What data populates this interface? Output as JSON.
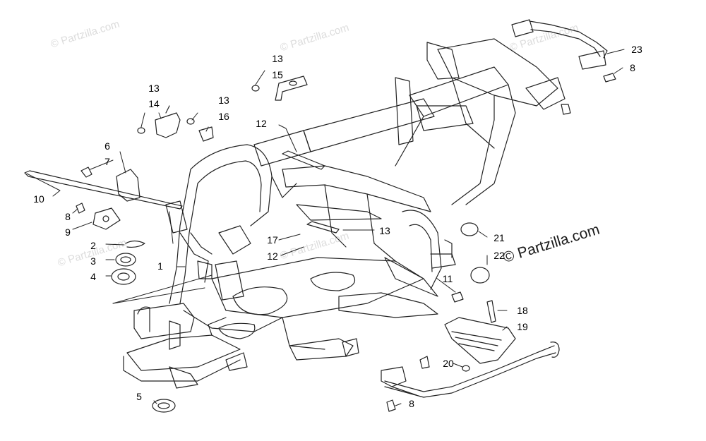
{
  "watermarks": {
    "faint": "© Partzilla.com",
    "main": "© Partzilla.com"
  },
  "callouts": {
    "c1": "1",
    "c2": "2",
    "c3": "3",
    "c4": "4",
    "c5": "5",
    "c6": "6",
    "c7": "7",
    "c8a": "8",
    "c8b": "8",
    "c8c": "8",
    "c9": "9",
    "c10": "10",
    "c11": "11",
    "c12a": "12",
    "c12b": "12",
    "c13a": "13",
    "c13b": "13",
    "c13c": "13",
    "c13d": "13",
    "c14": "14",
    "c15": "15",
    "c16": "16",
    "c17": "17",
    "c18": "18",
    "c19": "19",
    "c20": "20",
    "c21": "21",
    "c22": "22",
    "c23": "23"
  },
  "colors": {
    "line": "#222222",
    "watermark": "#dcdcdc",
    "background": "#ffffff"
  }
}
